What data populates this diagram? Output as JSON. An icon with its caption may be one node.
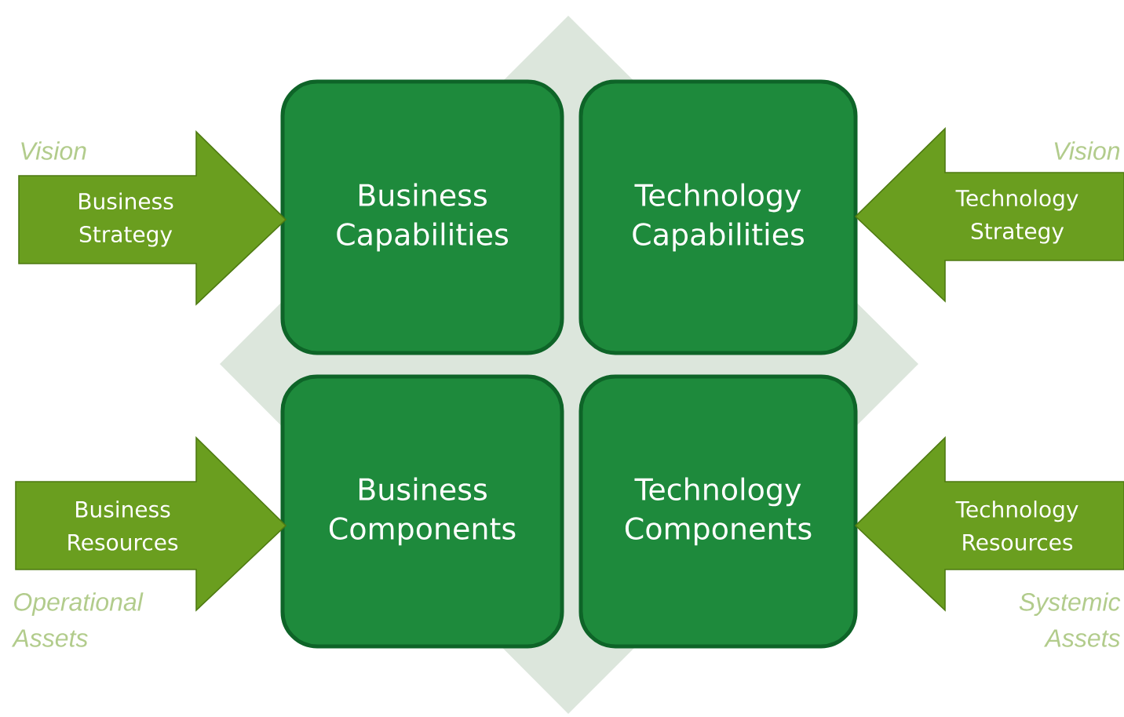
{
  "diagram": {
    "nodes": [
      {
        "text": [
          "Business Capabilities"
        ]
      },
      {
        "text": [
          "Technology Capabilities"
        ]
      },
      {
        "text": [
          "Business Components"
        ]
      },
      {
        "text": [
          "Technology Components"
        ]
      },
      {
        "text": [
          "Business Strategy"
        ],
        "beside": [
          "Vision"
        ]
      },
      {
        "text": [
          "Technology Strategy"
        ],
        "beside": [
          "Vision"
        ]
      },
      {
        "text": [
          "Business Resources"
        ],
        "beside": [
          "Operational Assets"
        ]
      },
      {
        "text": [
          "Technology Resources"
        ],
        "beside": [
          "Systemic Assets"
        ]
      }
    ]
  }
}
